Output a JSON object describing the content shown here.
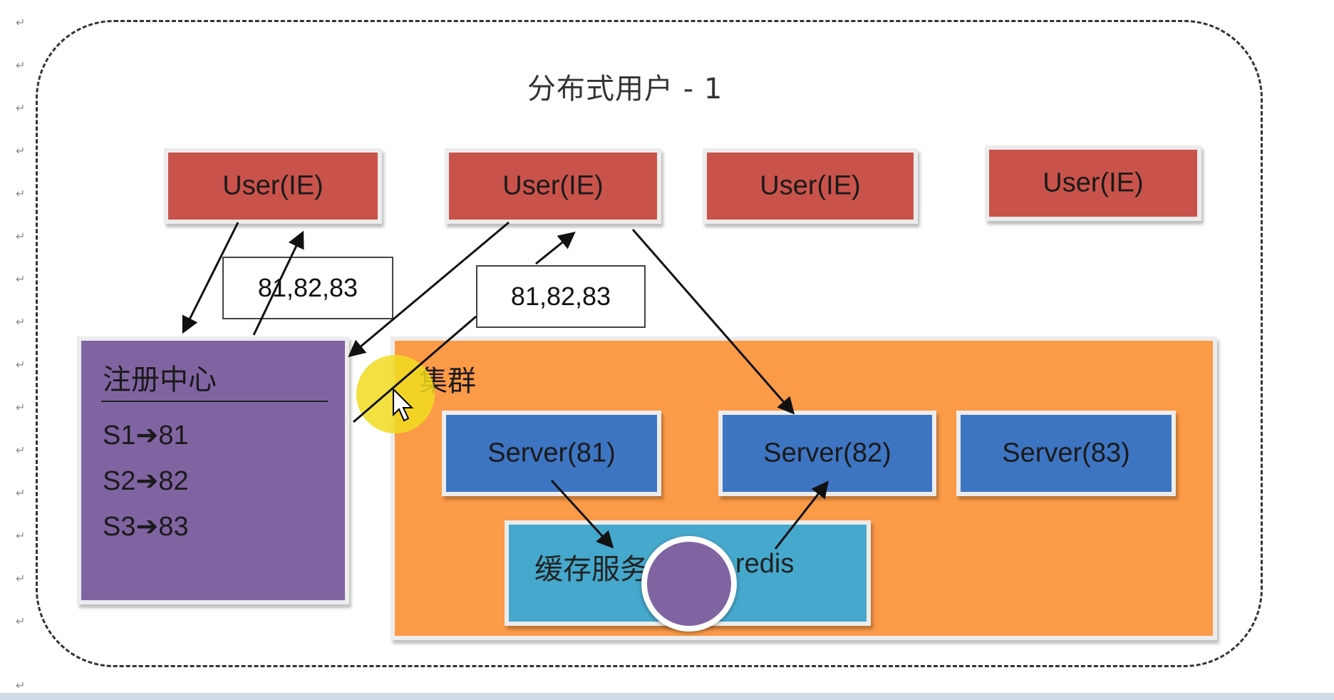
{
  "title": "分布式用户 - 1",
  "users": [
    {
      "label": "User(IE)"
    },
    {
      "label": "User(IE)"
    },
    {
      "label": "User(IE)"
    },
    {
      "label": "User(IE)"
    }
  ],
  "port_labels": [
    "81,82,83",
    "81,82,83"
  ],
  "registry": {
    "title": "注册中心",
    "mappings": [
      "S1➔81",
      "S2➔82",
      "S3➔83"
    ]
  },
  "cluster": {
    "title": "集群",
    "servers": [
      {
        "label": "Server(81)"
      },
      {
        "label": "Server(82)"
      },
      {
        "label": "Server(83)"
      }
    ]
  },
  "cache": {
    "title": "缓存服务",
    "redis": "redis"
  },
  "colors": {
    "user": "#c9534b",
    "registry": "#8064a2",
    "cluster": "#fb9a47",
    "server": "#3e75c2",
    "cache": "#45a8cc"
  }
}
